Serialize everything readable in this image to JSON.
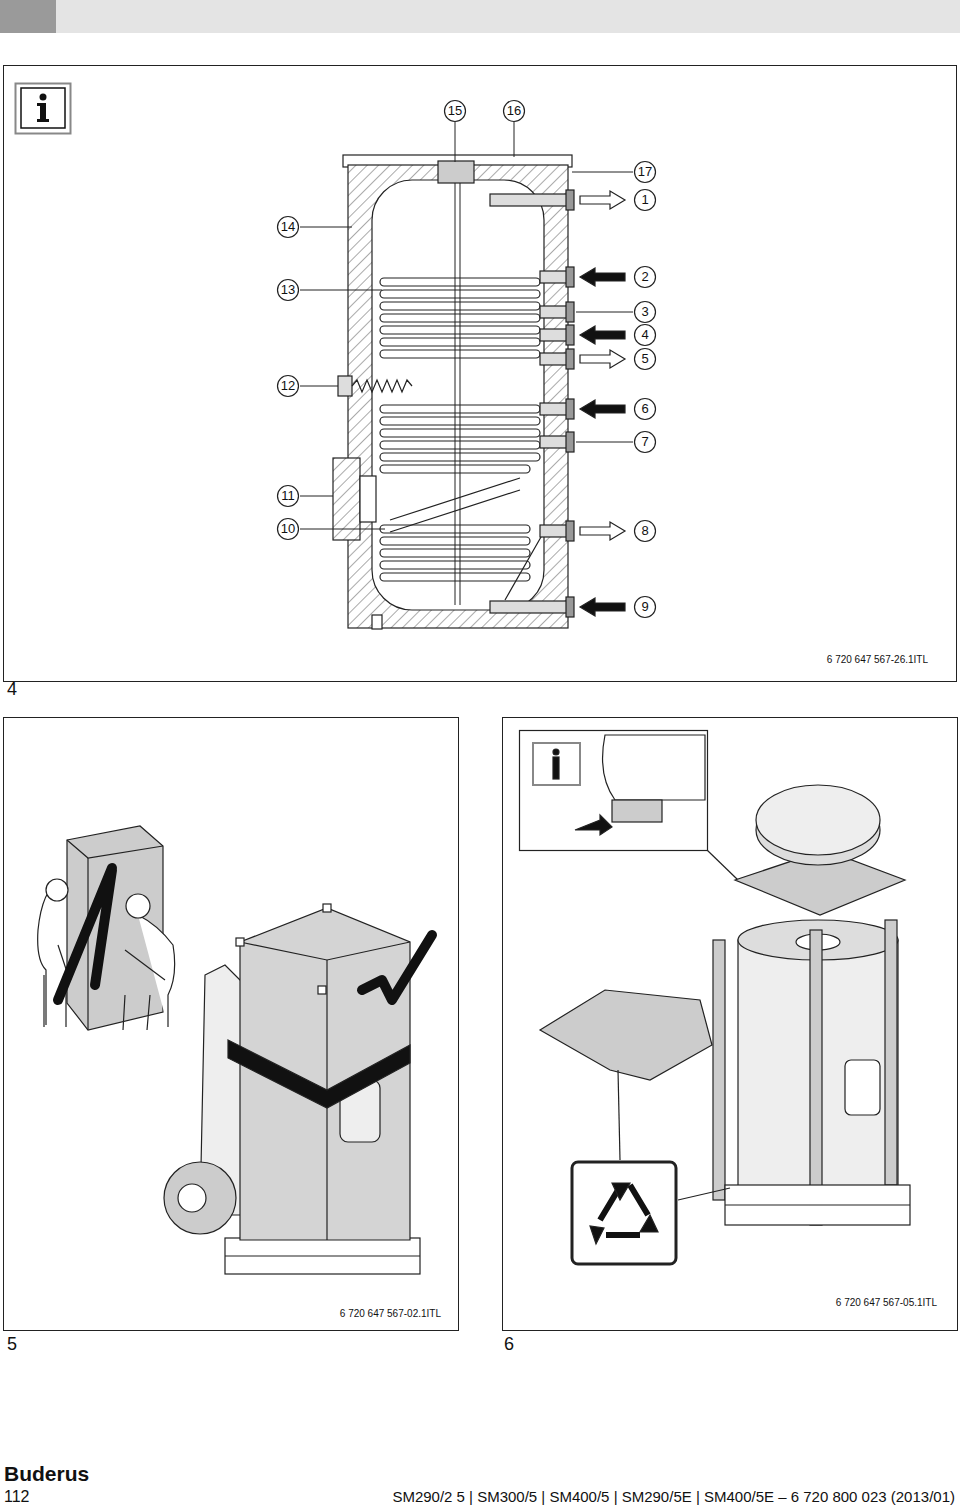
{
  "diagram": {
    "labels": [
      "15",
      "16",
      "17",
      "1",
      "14",
      "2",
      "13",
      "3",
      "4",
      "5",
      "12",
      "6",
      "7",
      "11",
      "10",
      "8",
      "9",
      "6 720 647 567-26.1ITL",
      "4",
      "6 720 647 567-02.1ITL",
      "5",
      "6 720 647 567-05.1ITL",
      "6",
      "Buderus",
      "112",
      "SM290/2 5 | SM300/5 | SM400/5 | SM290/5E | SM400/5E – 6 720 800 023 (2013/01)"
    ]
  }
}
